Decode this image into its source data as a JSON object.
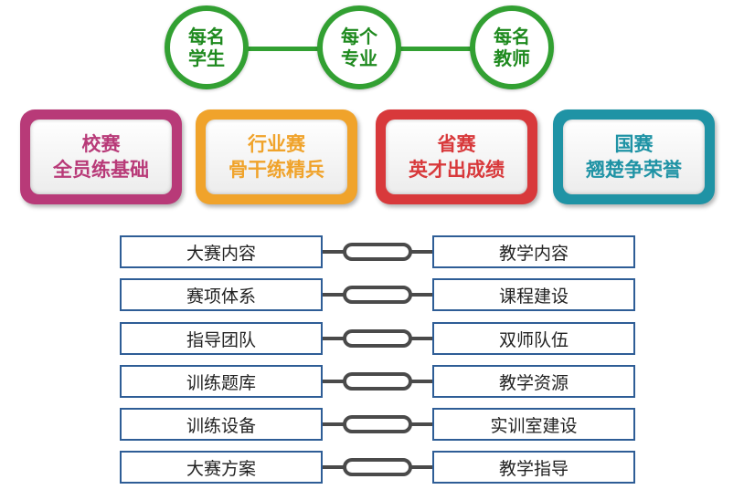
{
  "circles": [
    {
      "line1": "每名",
      "line2": "学生"
    },
    {
      "line1": "每个",
      "line2": "专业"
    },
    {
      "line1": "每名",
      "line2": "教师"
    }
  ],
  "cards": [
    {
      "line1": "校赛",
      "line2": "全员练基础",
      "color": "#b83a78"
    },
    {
      "line1": "行业赛",
      "line2": "骨干练精兵",
      "color": "#f0a32b"
    },
    {
      "line1": "省赛",
      "line2": "英才出成绩",
      "color": "#d8393b"
    },
    {
      "line1": "国赛",
      "line2": "翘楚争荣誉",
      "color": "#1f93a5"
    }
  ],
  "pairs": [
    {
      "left": "大赛内容",
      "right": "教学内容"
    },
    {
      "left": "赛项体系",
      "right": "课程建设"
    },
    {
      "left": "指导团队",
      "right": "双师队伍"
    },
    {
      "left": "训练题库",
      "right": "教学资源"
    },
    {
      "left": "训练设备",
      "right": "实训室建设"
    },
    {
      "left": "大赛方案",
      "right": "教学指导"
    }
  ],
  "colors": {
    "circle_border": "#32a032",
    "circle_text": "#1f8a1f",
    "box_border": "#2e5d96",
    "chain": "#4a4a4a"
  }
}
